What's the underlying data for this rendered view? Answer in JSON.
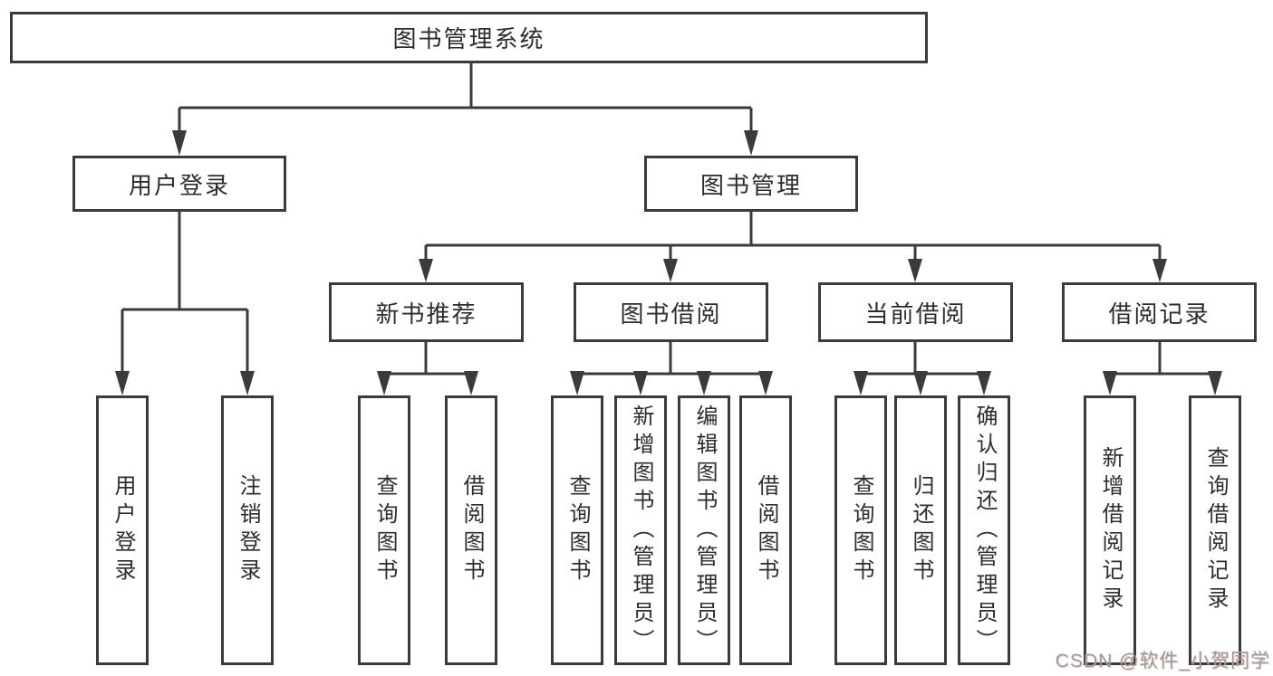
{
  "diagram": {
    "title": "图书管理系统",
    "colors": {
      "line": "#3b3b3b",
      "box_border": "#3b3b3b",
      "text": "#2d2d2d",
      "background": "#ffffff",
      "watermark": "#9c9c9c"
    }
  },
  "nodes": {
    "root": {
      "label": "图书管理系统"
    },
    "branches": [
      {
        "label": "用户登录"
      },
      {
        "label": "图书管理"
      }
    ],
    "sections": [
      {
        "label": "新书推荐"
      },
      {
        "label": "图书借阅"
      },
      {
        "label": "当前借阅"
      },
      {
        "label": "借阅记录"
      }
    ],
    "leaves": [
      {
        "label": "用户登录"
      },
      {
        "label": "注销登录"
      },
      {
        "label": "查询图书"
      },
      {
        "label": "借阅图书"
      },
      {
        "label": "查询图书"
      },
      {
        "label": "新增图书（管理员）"
      },
      {
        "label": "编辑图书（管理员）"
      },
      {
        "label": "借阅图书"
      },
      {
        "label": "查询图书"
      },
      {
        "label": "归还图书"
      },
      {
        "label": "确认归还（管理员）"
      },
      {
        "label": "新增借阅记录"
      },
      {
        "label": "查询借阅记录"
      }
    ]
  },
  "watermark": {
    "text": "CSDN @软件_小贺同学"
  }
}
